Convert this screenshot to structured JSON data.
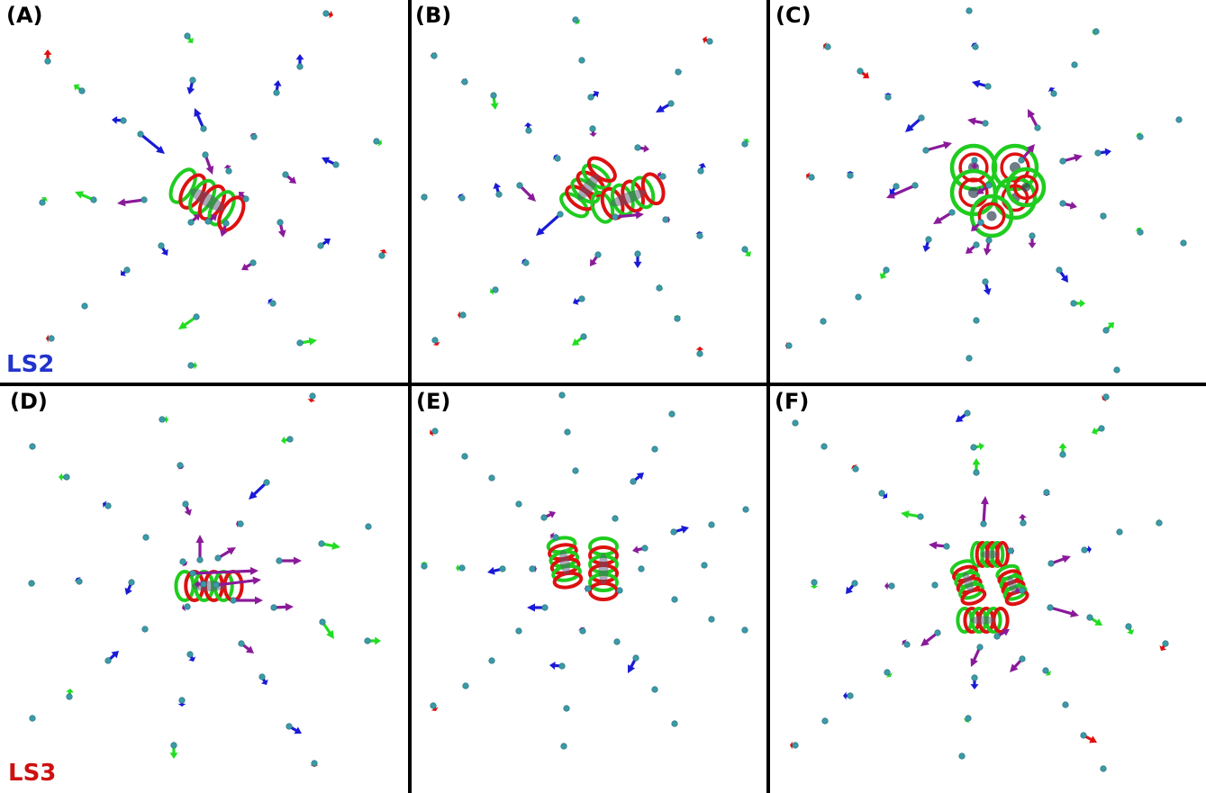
{
  "figure": {
    "colors": {
      "blue": "#1a1ad6",
      "green": "#22dd22",
      "red": "#e01010",
      "purple": "#8a1a9a",
      "bead": "#3a9aa8",
      "helix_green": "#1fcc1f",
      "helix_red": "#dd1111",
      "divider": "#000000",
      "ls2_label": "#2233cc",
      "ls3_label": "#cc1111"
    },
    "panels": [
      {
        "id": "A",
        "label": "(A)",
        "row_label": "LS2",
        "row_label_color": "ls2_label",
        "helix_layout": "single-tilted"
      },
      {
        "id": "B",
        "label": "(B)",
        "helix_layout": "pair-diagonal"
      },
      {
        "id": "C",
        "label": "(C)",
        "helix_layout": "ring"
      },
      {
        "id": "D",
        "label": "(D)",
        "row_label": "LS3",
        "row_label_color": "ls3_label",
        "helix_layout": "single-horizontal"
      },
      {
        "id": "E",
        "label": "(E)",
        "helix_layout": "pair-vertical"
      },
      {
        "id": "F",
        "label": "(F)",
        "helix_layout": "cluster-four"
      }
    ]
  }
}
